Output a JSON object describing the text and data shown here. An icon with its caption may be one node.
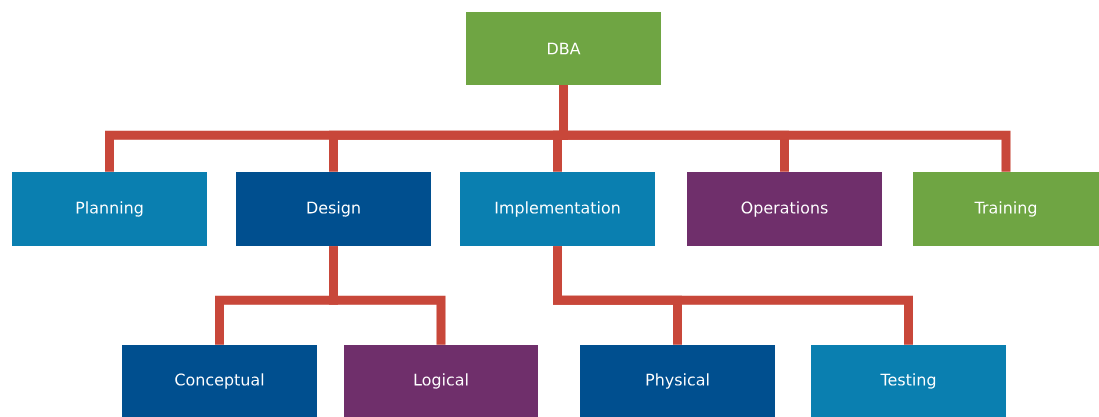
{
  "diagram": {
    "nodes": [
      {
        "text": [
          "DBA"
        ]
      },
      {
        "text": [
          "Planning"
        ]
      },
      {
        "text": [
          "Design"
        ]
      },
      {
        "text": [
          "Implementation"
        ]
      },
      {
        "text": [
          "Operations"
        ]
      },
      {
        "text": [
          "Training"
        ]
      },
      {
        "text": [
          "Conceptual"
        ]
      },
      {
        "text": [
          "Logical"
        ]
      },
      {
        "text": [
          "Physical"
        ]
      },
      {
        "text": [
          "Testing"
        ]
      }
    ],
    "edges": [
      {
        "from": 0,
        "to": 1,
        "arrow": "none"
      },
      {
        "from": 0,
        "to": 2,
        "arrow": "none"
      },
      {
        "from": 0,
        "to": 3,
        "arrow": "none"
      },
      {
        "from": 0,
        "to": 4,
        "arrow": "none"
      },
      {
        "from": 0,
        "to": 5,
        "arrow": "none"
      },
      {
        "from": 2,
        "to": 6,
        "arrow": "none"
      },
      {
        "from": 2,
        "to": 7,
        "arrow": "none"
      },
      {
        "from": 3,
        "to": 8,
        "arrow": "none"
      },
      {
        "from": 3,
        "to": 9,
        "arrow": "none"
      }
    ]
  }
}
